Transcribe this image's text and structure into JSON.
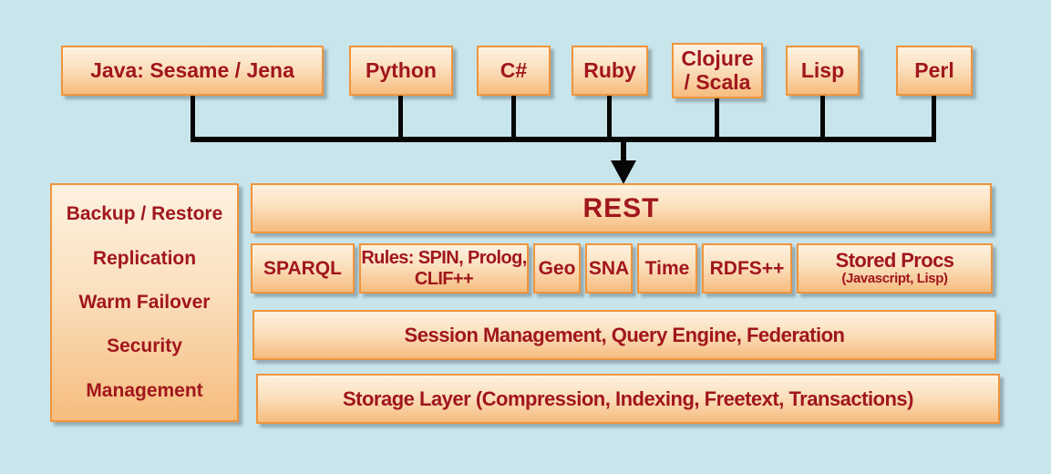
{
  "clients": [
    {
      "label": "Java: Sesame / Jena"
    },
    {
      "label": "Python"
    },
    {
      "label": "C#"
    },
    {
      "label": "Ruby"
    },
    {
      "label": "Clojure\n/ Scala"
    },
    {
      "label": "Lisp"
    },
    {
      "label": "Perl"
    }
  ],
  "middleware": {
    "rest_label": "REST",
    "services": [
      {
        "label": "SPARQL"
      },
      {
        "label": "Rules: SPIN, Prolog, CLIF++"
      },
      {
        "label": "Geo"
      },
      {
        "label": "SNA"
      },
      {
        "label": "Time"
      },
      {
        "label": "RDFS++"
      },
      {
        "label": "Stored Procs",
        "sublabel": "(Javascript, Lisp)"
      }
    ],
    "session_label": "Session Management, Query Engine, Federation",
    "storage_label": "Storage Layer (Compression, Indexing, Freetext, Transactions)"
  },
  "admin": {
    "items": [
      {
        "label": "Backup / Restore"
      },
      {
        "label": "Replication"
      },
      {
        "label": "Warm Failover"
      },
      {
        "label": "Security"
      },
      {
        "label": "Management"
      }
    ]
  },
  "colors": {
    "background": "#C9E5EC",
    "box_border": "#F0953C",
    "box_gradient_top": "#FDF2E1",
    "box_gradient_bottom": "#F6BC7E",
    "text": "#A1161D",
    "connector": "#060606"
  }
}
